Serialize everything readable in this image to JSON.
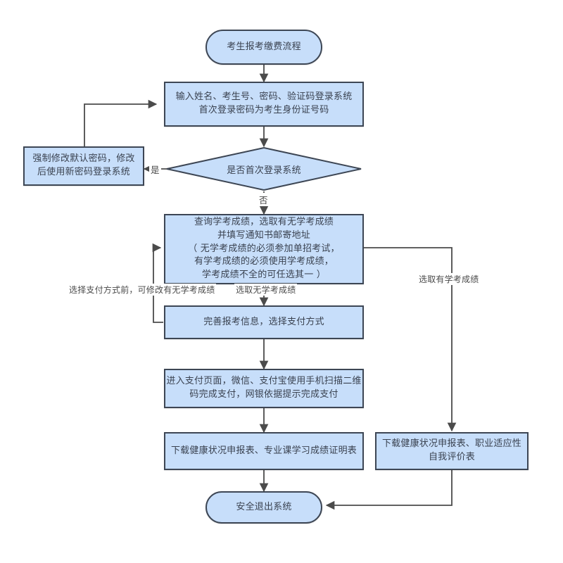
{
  "diagram": {
    "title": "考生报考缴费流程",
    "type": "flowchart",
    "colors": {
      "node_fill": "#c7defa",
      "node_border": "#3d4654",
      "text": "#3a4250",
      "line": "#4b4b4b",
      "background": "#ffffff"
    },
    "nodes": [
      {
        "id": "start",
        "shape": "terminal",
        "text": "考生报考缴费流程"
      },
      {
        "id": "login",
        "shape": "process",
        "text": "输入姓名、考生号、密码、验证码登录系统\n首次登录密码为考生身份证号码"
      },
      {
        "id": "first_login_decision",
        "shape": "diamond",
        "text": "是否首次登录系统"
      },
      {
        "id": "change_password",
        "shape": "process",
        "text": "强制修改默认密码，修改\n后使用新密码登录系统"
      },
      {
        "id": "query_scores",
        "shape": "process",
        "text": "查询学考成绩，选取有无学考成绩\n并填写通知书邮寄地址\n（ 无学考成绩的必须参加单招考试，\n有学考成绩的必须使用学考成绩，\n学考成绩不全的可任选其一 ）"
      },
      {
        "id": "complete_info",
        "shape": "process",
        "text": "完善报考信息，选择支付方式"
      },
      {
        "id": "payment_page",
        "shape": "process",
        "text": "进入支付页面，微信、支付宝使用手机扫描二维\n码完成支付，网银依据提示完成支付"
      },
      {
        "id": "download_left",
        "shape": "process",
        "text": "下载健康状况申报表、专业课学习成绩证明表"
      },
      {
        "id": "download_right",
        "shape": "process",
        "text": "下载健康状况申报表、职业适应性\n自我评价表"
      },
      {
        "id": "exit",
        "shape": "terminal",
        "text": "安全退出系统"
      }
    ],
    "edge_labels": {
      "yes": "是",
      "no": "否",
      "modify_before_pay": "选择支付方式前，可修改有无学考成绩",
      "choose_no_score": "选取无学考成绩",
      "choose_has_score": "选取有学考成绩"
    },
    "edges": [
      {
        "from": "start",
        "to": "login",
        "label": ""
      },
      {
        "from": "login",
        "to": "first_login_decision",
        "label": ""
      },
      {
        "from": "first_login_decision",
        "to": "change_password",
        "label": "是"
      },
      {
        "from": "change_password",
        "to": "login",
        "label": ""
      },
      {
        "from": "first_login_decision",
        "to": "query_scores",
        "label": "否"
      },
      {
        "from": "query_scores",
        "to": "complete_info",
        "label": "选取无学考成绩"
      },
      {
        "from": "complete_info",
        "to": "query_scores",
        "label": "选择支付方式前，可修改有无学考成绩"
      },
      {
        "from": "complete_info",
        "to": "payment_page",
        "label": ""
      },
      {
        "from": "payment_page",
        "to": "download_left",
        "label": ""
      },
      {
        "from": "query_scores",
        "to": "download_right",
        "label": "选取有学考成绩"
      },
      {
        "from": "download_left",
        "to": "exit",
        "label": ""
      },
      {
        "from": "download_right",
        "to": "exit",
        "label": ""
      }
    ]
  }
}
